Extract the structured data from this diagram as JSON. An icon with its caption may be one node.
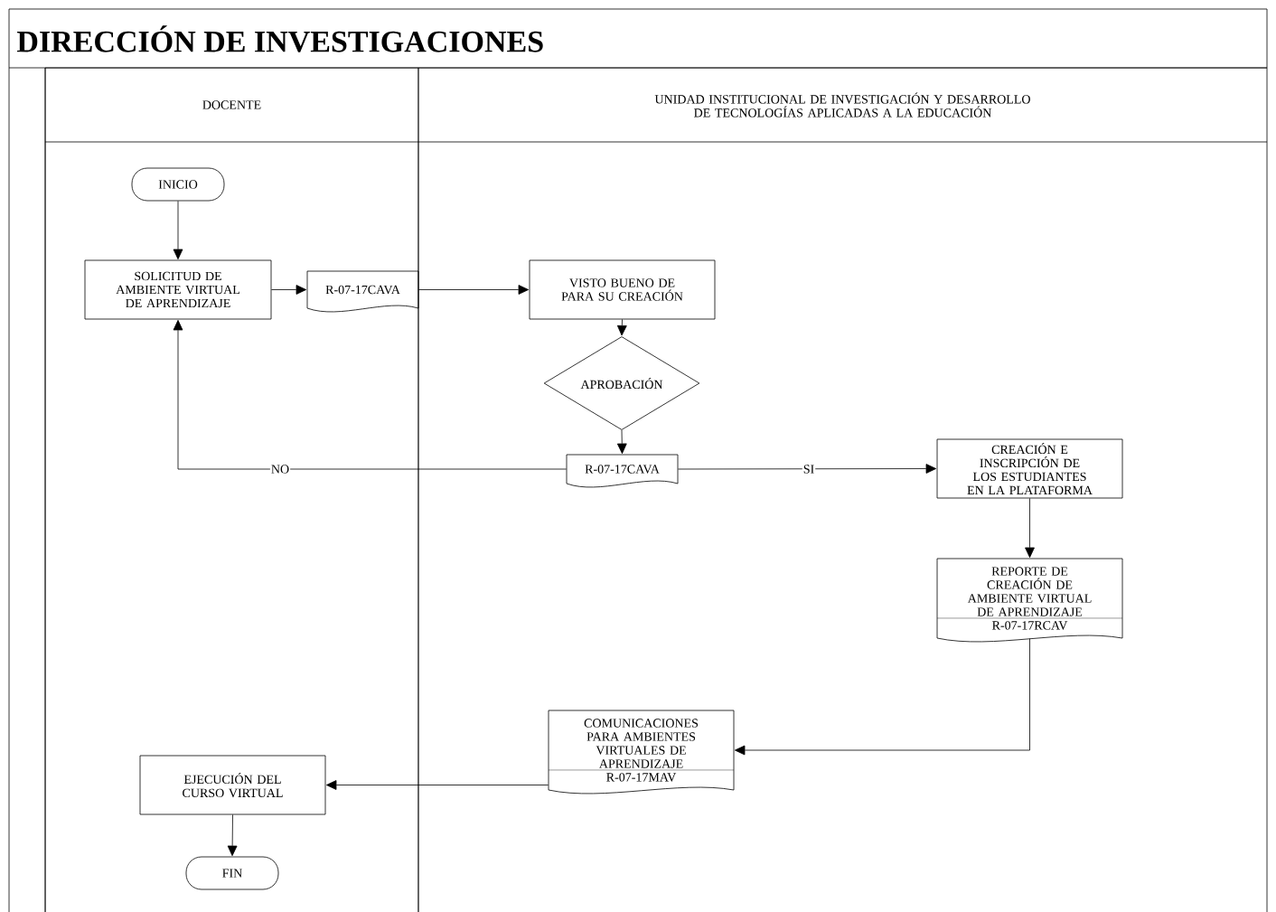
{
  "diagram": {
    "title": "DIRECCIÓN DE INVESTIGACIONES",
    "nodes": [
      {
        "text": [
          "DOCENTE"
        ]
      },
      {
        "text": [
          "UNIDAD INSTITUCIONAL DE INVESTIGACIÓN Y DESARROLLO DE TECNOLOGÍAS APLICADAS A LA EDUCACIÓN"
        ]
      },
      {
        "text": [
          "INICIO"
        ],
        "in": 0
      },
      {
        "text": [
          "SOLICITUD DE AMBIENTE VIRTUAL DE APRENDIZAJE"
        ],
        "in": 0
      },
      {
        "text": [
          "R-07-17CAVA"
        ],
        "in": 0
      },
      {
        "text": [
          "VISTO BUENO DE PARA SU CREACIÓN"
        ],
        "in": 1
      },
      {
        "text": [
          "APROBACIÓN"
        ],
        "in": 1
      },
      {
        "text": [
          "R-07-17CAVA"
        ],
        "in": 1
      },
      {
        "text": [
          "CREACIÓN E INSCRIPCIÓN DE LOS ESTUDIANTES EN LA PLATAFORMA"
        ],
        "in": 1
      },
      {
        "text": [
          "REPORTE DE CREACIÓN DE AMBIENTE VIRTUAL DE APRENDIZAJE",
          "R-07-17RCAV"
        ],
        "in": 1
      },
      {
        "text": [
          "COMUNICACIONES PARA AMBIENTES VIRTUALES DE APRENDIZAJE",
          "R-07-17MAV"
        ],
        "in": 1
      },
      {
        "text": [
          "EJECUCIÓN DEL CURSO VIRTUAL"
        ],
        "in": 0
      },
      {
        "text": [
          "FIN"
        ],
        "in": 0
      }
    ],
    "edges": [
      {
        "from": 2,
        "to": 3,
        "arrow": "to"
      },
      {
        "from": 3,
        "to": 4,
        "arrow": "to"
      },
      {
        "from": 4,
        "to": 5,
        "arrow": "to"
      },
      {
        "from": 5,
        "to": 6,
        "arrow": "to"
      },
      {
        "from": 6,
        "to": 7,
        "arrow": "to"
      },
      {
        "from": 7,
        "to": 3,
        "arrow": "to",
        "label": "NO"
      },
      {
        "from": 7,
        "to": 8,
        "arrow": "to",
        "label": "SI"
      },
      {
        "from": 8,
        "to": 9,
        "arrow": "to"
      },
      {
        "from": 9,
        "to": 10,
        "arrow": "to"
      },
      {
        "from": 10,
        "to": 11,
        "arrow": "to"
      },
      {
        "from": 11,
        "to": 12,
        "arrow": "to"
      }
    ]
  }
}
